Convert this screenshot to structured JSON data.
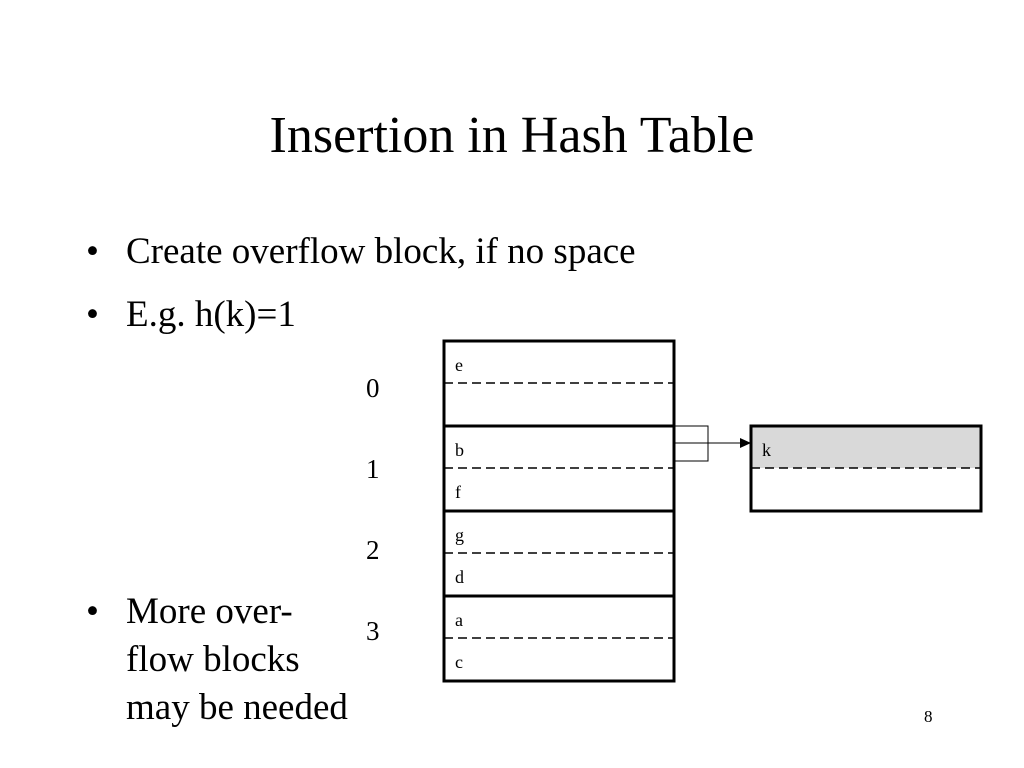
{
  "slide": {
    "title": "Insertion in Hash Table",
    "bullets": {
      "b1": "Create overflow block, if no space",
      "b2": "E.g. h(k)=1",
      "b3_lines": [
        "More over-",
        "flow blocks",
        "may be needed"
      ]
    },
    "bullet_char": "•",
    "page_number": "8"
  },
  "diagram": {
    "bucket_labels": [
      "0",
      "1",
      "2",
      "3"
    ],
    "buckets": [
      {
        "top": "e",
        "bottom": ""
      },
      {
        "top": "b",
        "bottom": "f"
      },
      {
        "top": "g",
        "bottom": "d"
      },
      {
        "top": "a",
        "bottom": "c"
      }
    ],
    "overflow_block": {
      "top": "k",
      "bottom": ""
    },
    "colors": {
      "highlight": "#d9d9d9",
      "line": "#000000"
    }
  }
}
